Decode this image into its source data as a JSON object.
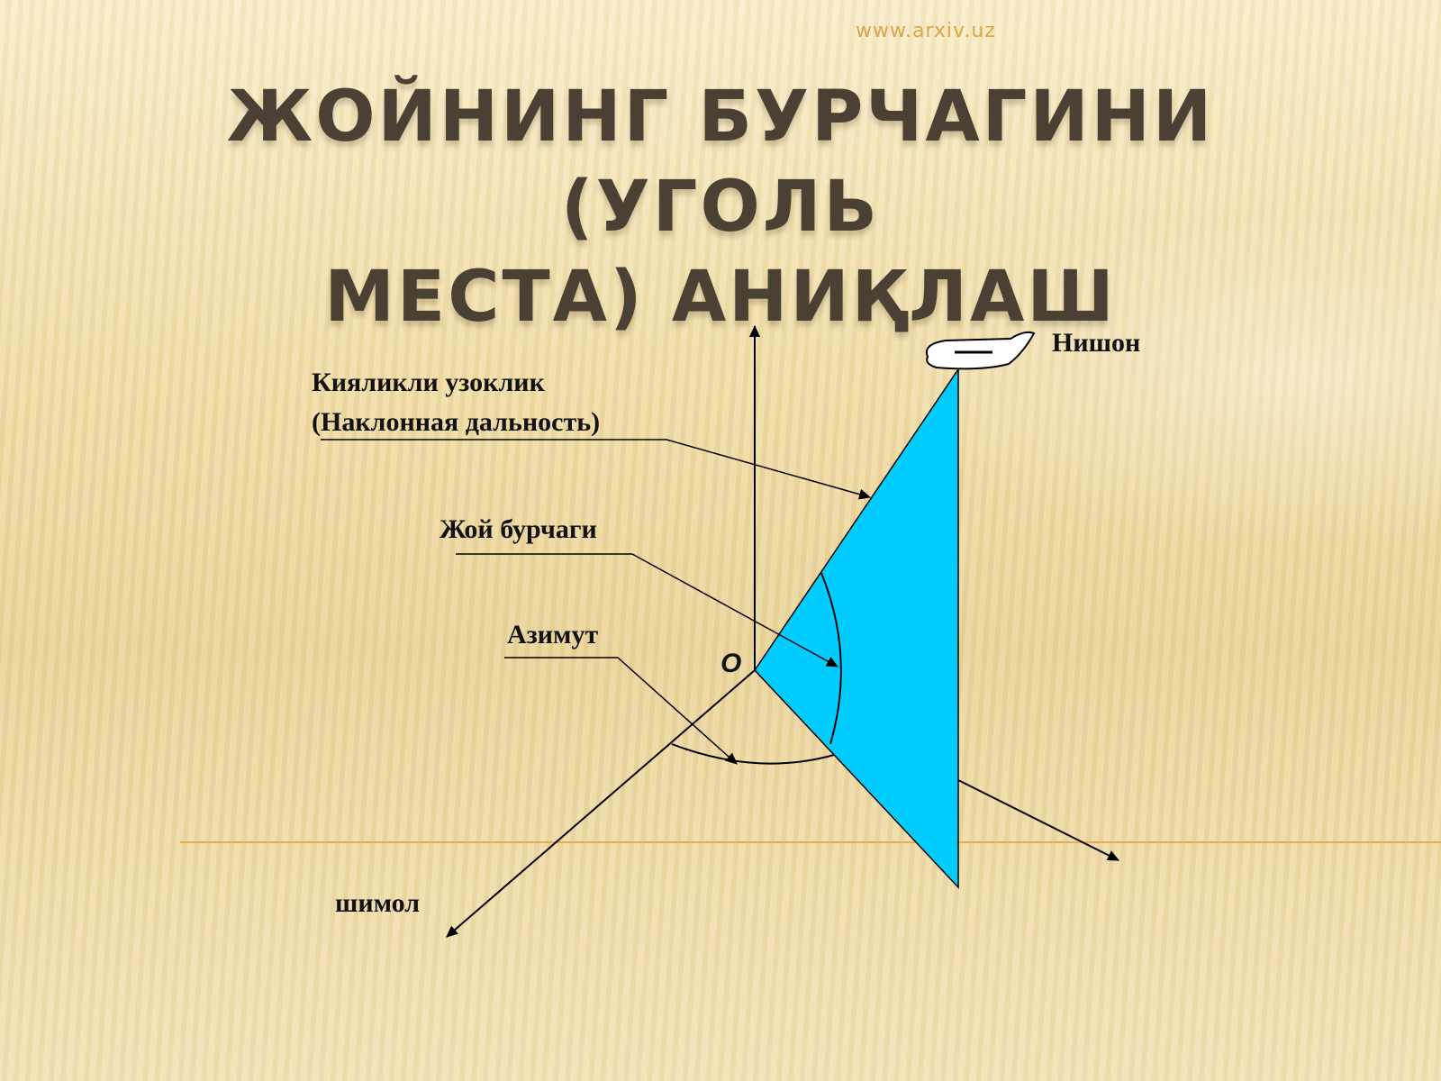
{
  "watermark": "www.arxiv.uz",
  "title": {
    "line1": "ЖОЙНИНГ БУРЧАГИНИ (УГОЛЬ",
    "line2": "МЕСТА) АНИҚЛАШ"
  },
  "diagram": {
    "target_label": "Нишон",
    "slant_range_label_1": "Кияликли узоклик",
    "slant_range_label_2": "(Наклонная дальность)",
    "elevation_label": "Жой бурчаги",
    "azimuth_label": "Азимут",
    "origin_label": "O",
    "north_label": "шимол",
    "triangle_fill": "#00ccff",
    "line_color": "#000000",
    "horizon_color": "#e8a040"
  }
}
